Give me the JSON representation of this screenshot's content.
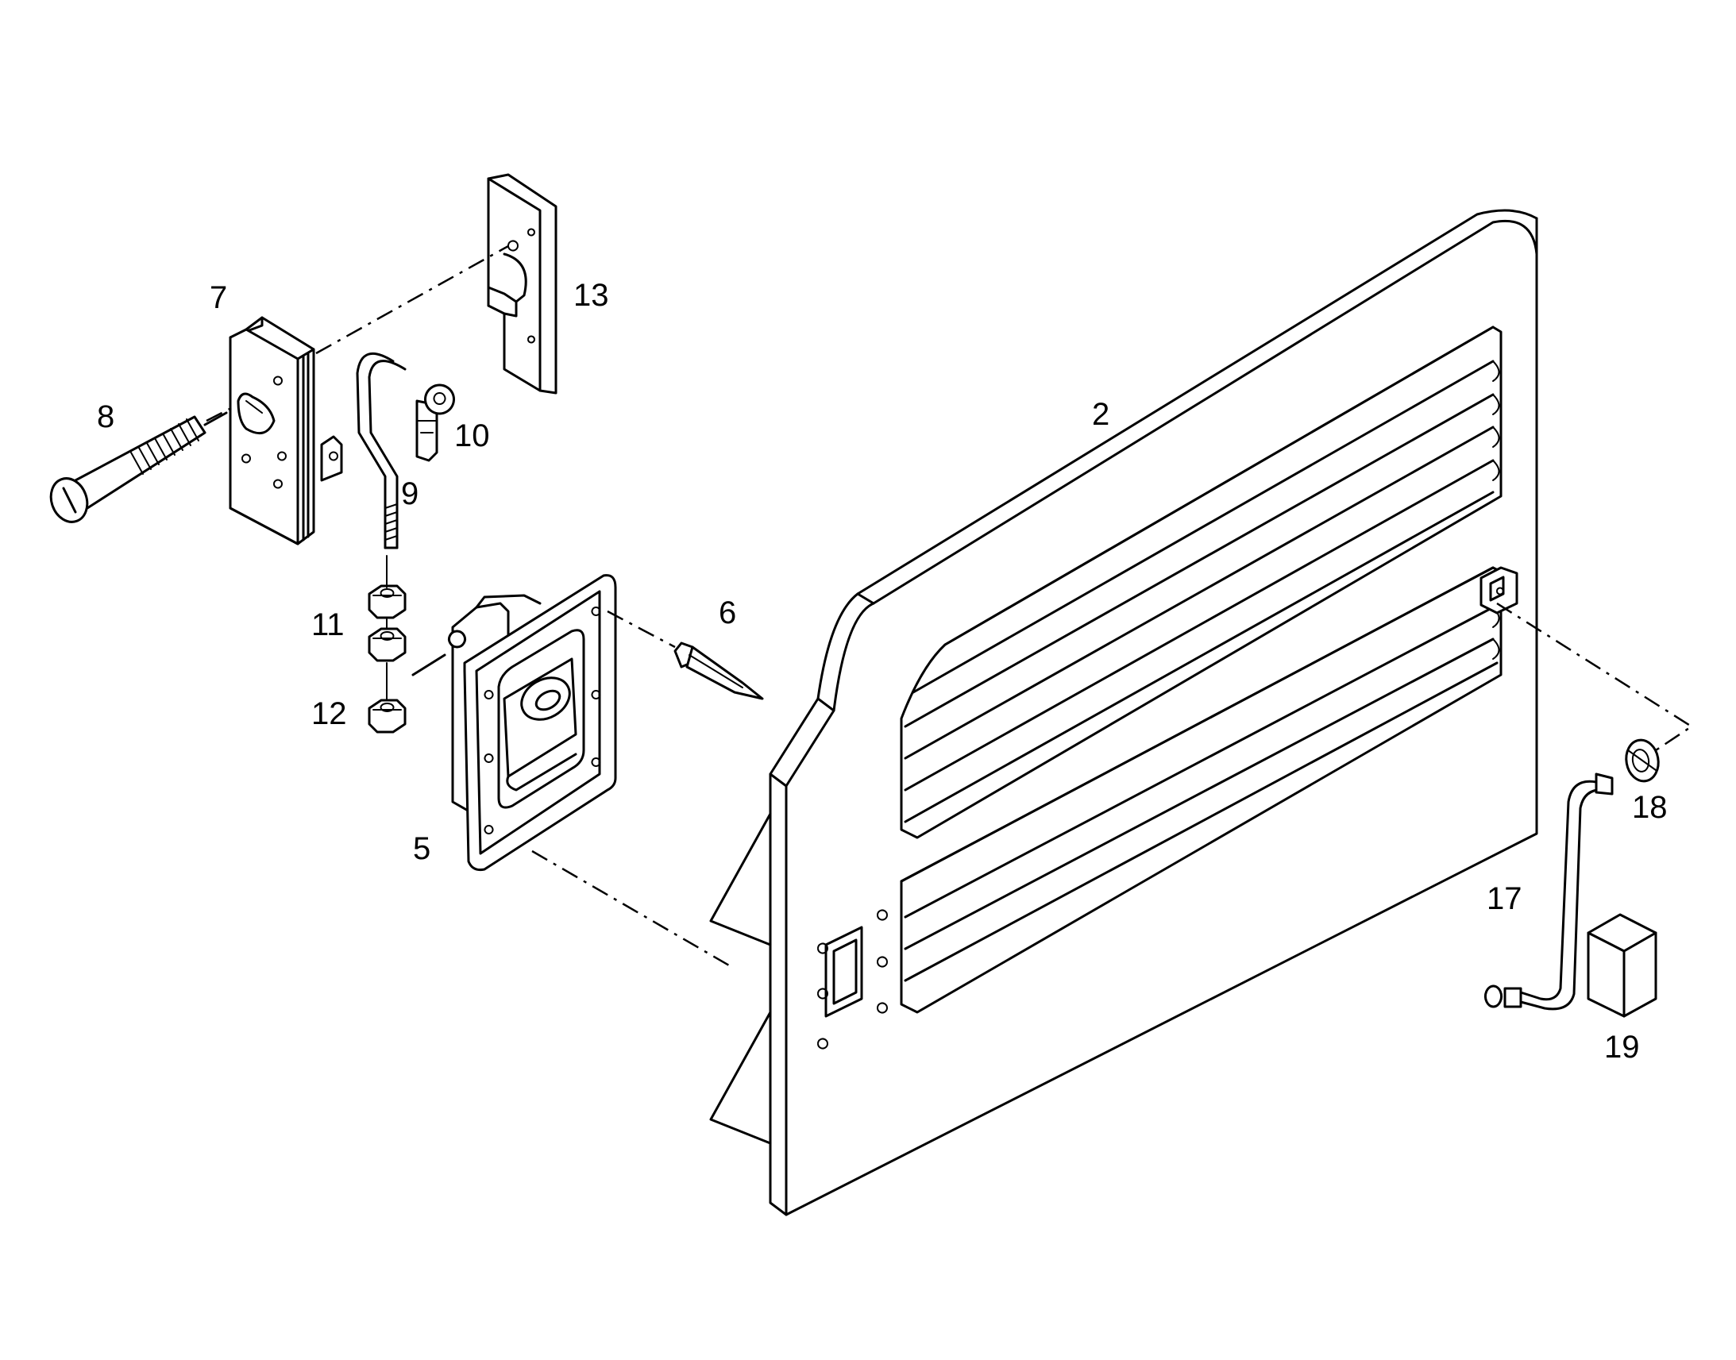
{
  "diagram": {
    "colors": {
      "ink": "#000000",
      "paper": "#ffffff"
    },
    "callouts": {
      "c2": "2",
      "c5": "5",
      "c6": "6",
      "c7": "7",
      "c8": "8",
      "c9": "9",
      "c10": "10",
      "c11": "11",
      "c12": "12",
      "c13": "13",
      "c17": "17",
      "c18": "18",
      "c19": "19"
    }
  }
}
